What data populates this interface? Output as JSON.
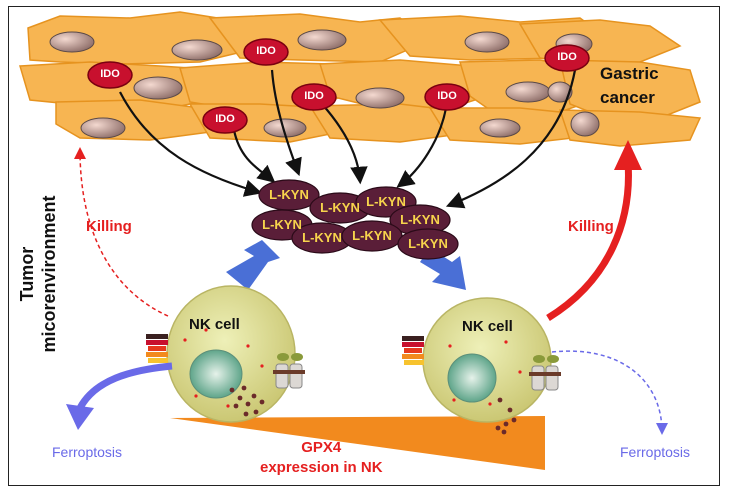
{
  "labels": {
    "gastric_line1": "Gastric",
    "gastric_line2": "cancer",
    "tumor_line1": "Tumor",
    "tumor_line2": "micorenvironment",
    "killing_left": "Killing",
    "killing_right": "Killing",
    "nk_left": "NK cell",
    "nk_right": "NK cell",
    "ferroptosis_left": "Ferroptosis",
    "ferroptosis_right": "Ferroptosis",
    "gpx4_line1": "GPX4",
    "gpx4_line2": "expression in NK"
  },
  "ido_label": "IDO",
  "kyn_label": "L-KYN",
  "colors": {
    "tumor_cell": "#f7b552",
    "ido": "#c8102e",
    "kyn": "#5a1e38",
    "kyn_text": "#f7d44c",
    "nk_cell": "#d7d98a",
    "arrow_blue": "#4a6fd6",
    "killing_red": "#e52020",
    "gradient_orange": "#f28a1e"
  }
}
